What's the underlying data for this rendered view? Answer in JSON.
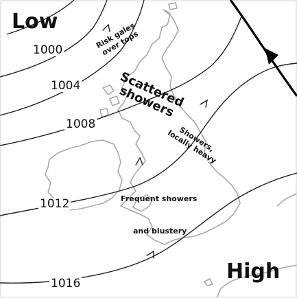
{
  "systems": {
    "low": "Low",
    "high": "High"
  },
  "isobars": {
    "i1000": "1000",
    "i1004": "1004",
    "i1008": "1008",
    "i1012": "1012",
    "i1016": "1016"
  },
  "weather": {
    "risk_gales_line1": "Risk gales",
    "risk_gales_line2": "over tops",
    "scattered_line1": "Scattered",
    "scattered_line2": "showers",
    "locally_line1": "Showers,",
    "locally_line2": "locally heavy",
    "frequent": "Frequent showers",
    "blustery": "and blustery"
  },
  "colors": {
    "isobar": "#222222",
    "coast": "#a8a8a8",
    "text": "#111111",
    "front": "#000000"
  }
}
